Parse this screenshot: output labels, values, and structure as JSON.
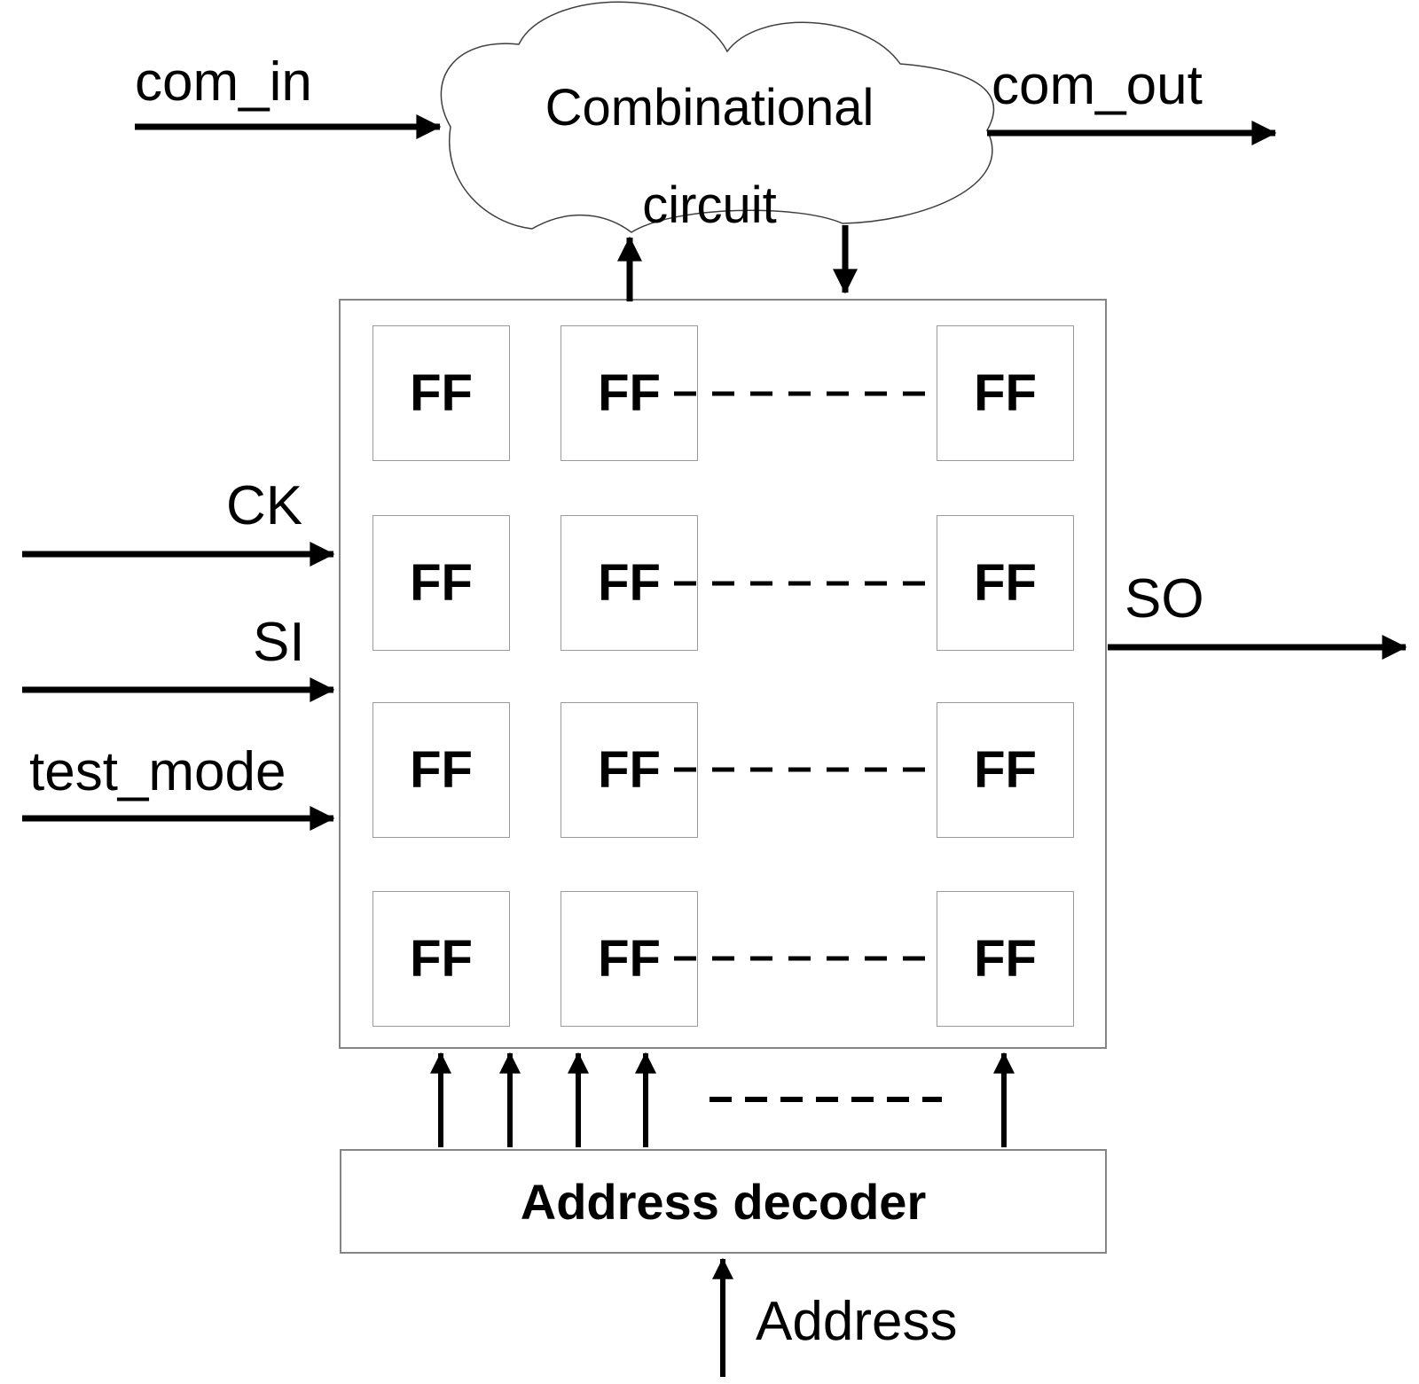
{
  "cloud": {
    "line1": "Combinational",
    "line2": "circuit"
  },
  "labels": {
    "com_in": "com_in",
    "com_out": "com_out",
    "ck": "CK",
    "si": "SI",
    "test_mode": "test_mode",
    "so": "SO",
    "address": "Address"
  },
  "ff_array": {
    "cell_label": "FF",
    "rows": 4,
    "visible_columns": 3
  },
  "decoder": {
    "label": "Address decoder"
  },
  "colors": {
    "line": "#000000",
    "box_outline": "#858585",
    "cell_outline": "#9b9b9b",
    "cloud_outline": "#3f3f3f",
    "background": "#ffffff"
  }
}
